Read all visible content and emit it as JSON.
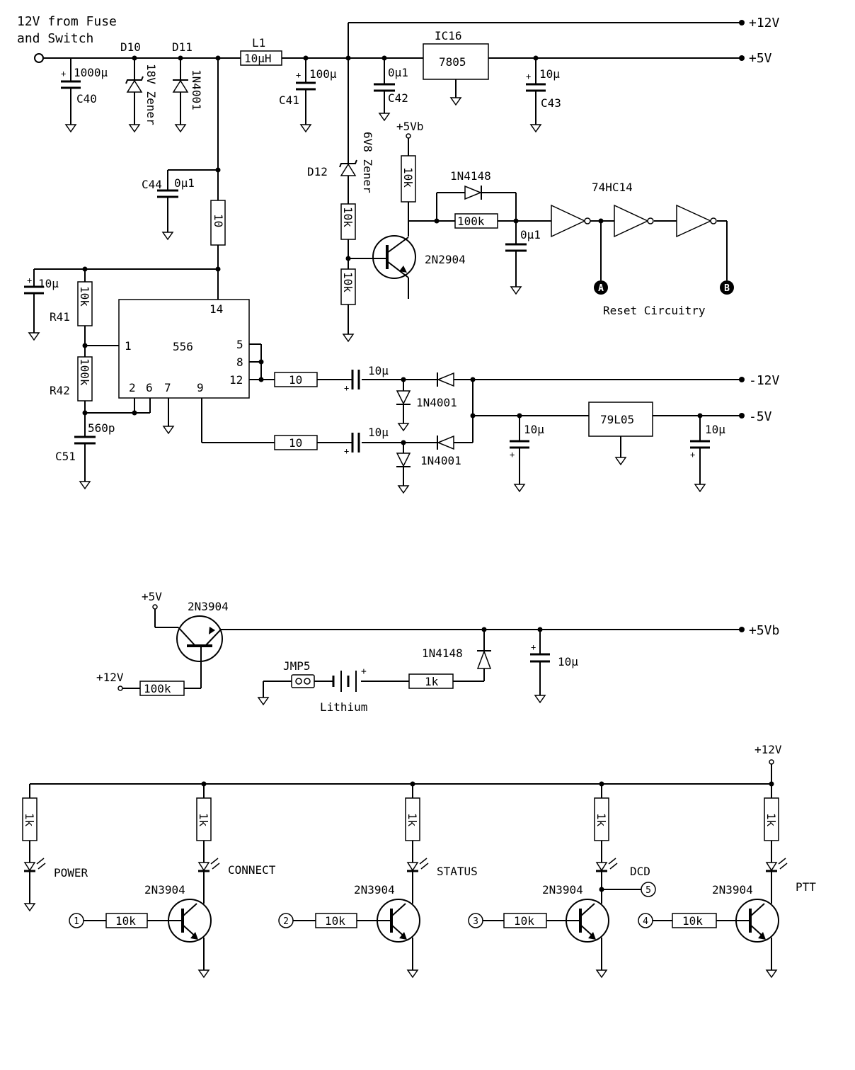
{
  "input": {
    "label_line1": "12V from Fuse",
    "label_line2": "and Switch"
  },
  "rails": {
    "p12": "+12V",
    "p5": "+5V",
    "n12": "-12V",
    "n5": "-5V",
    "p5b": "+5Vb"
  },
  "supply": {
    "D10": "D10",
    "D11": "D11",
    "D10_value": "18V Zener",
    "D11_value": "1N4001",
    "L1": "L1",
    "L1_value": "10µH",
    "C40": "C40",
    "C40_value": "1000µ",
    "C41": "C41",
    "C41_value": "100µ",
    "C42": "C42",
    "C42_value": "0µ1",
    "C43": "C43",
    "C43_value": "10µ",
    "C44": "C44",
    "C44_value": "0µ1",
    "IC16": "IC16",
    "IC16_value": "7805",
    "R_feed": "10"
  },
  "reset": {
    "D12": "D12",
    "D12_value": "6V8 Zener",
    "supply": "+5Vb",
    "R_top": "10k",
    "R_div1": "10k",
    "R_div2": "10k",
    "Q": "2N2904",
    "D": "1N4148",
    "R_fb": "100k",
    "C": "0µ1",
    "ic": "74HC14",
    "node_a": "A",
    "node_b": "B",
    "caption": "Reset Circuitry"
  },
  "timer": {
    "ic": "556",
    "pins": {
      "p14": "14",
      "p1": "1",
      "p5": "5",
      "p8": "8",
      "p12": "12",
      "p2": "2",
      "p6": "6",
      "p7": "7",
      "p9": "9"
    },
    "C_top": "10µ",
    "R41": "R41",
    "R41_value": "10k",
    "R42": "R42",
    "R42_value": "100k",
    "C51": "C51",
    "C51_value": "560p"
  },
  "negative": {
    "R_a": "10",
    "R_b": "10",
    "C_a": "10µ",
    "C_b": "10µ",
    "D_a": "1N4001",
    "D_b": "1N4001",
    "C_mid": "10µ",
    "reg": "79L05",
    "C_out": "10µ"
  },
  "backup": {
    "supply": "+5V",
    "Q": "2N3904",
    "input": "+12V",
    "R": "100k",
    "jumper": "JMP5",
    "battery": "Lithium",
    "R_batt": "1k",
    "D": "1N4148",
    "C": "10µ"
  },
  "leds": {
    "supply": "+12V",
    "items": [
      {
        "name": "POWER",
        "R": "1k"
      },
      {
        "name": "CONNECT",
        "R": "1k",
        "Q": "2N3904",
        "input": "1",
        "Rb": "10k"
      },
      {
        "name": "STATUS",
        "R": "1k",
        "Q": "2N3904",
        "input": "2",
        "Rb": "10k"
      },
      {
        "name": "DCD",
        "R": "1k",
        "Q": "2N3904",
        "input": "3",
        "Rb": "10k",
        "tap": "5"
      },
      {
        "name": "PTT",
        "R": "1k",
        "Q": "2N3904",
        "input": "4",
        "Rb": "10k"
      }
    ]
  }
}
